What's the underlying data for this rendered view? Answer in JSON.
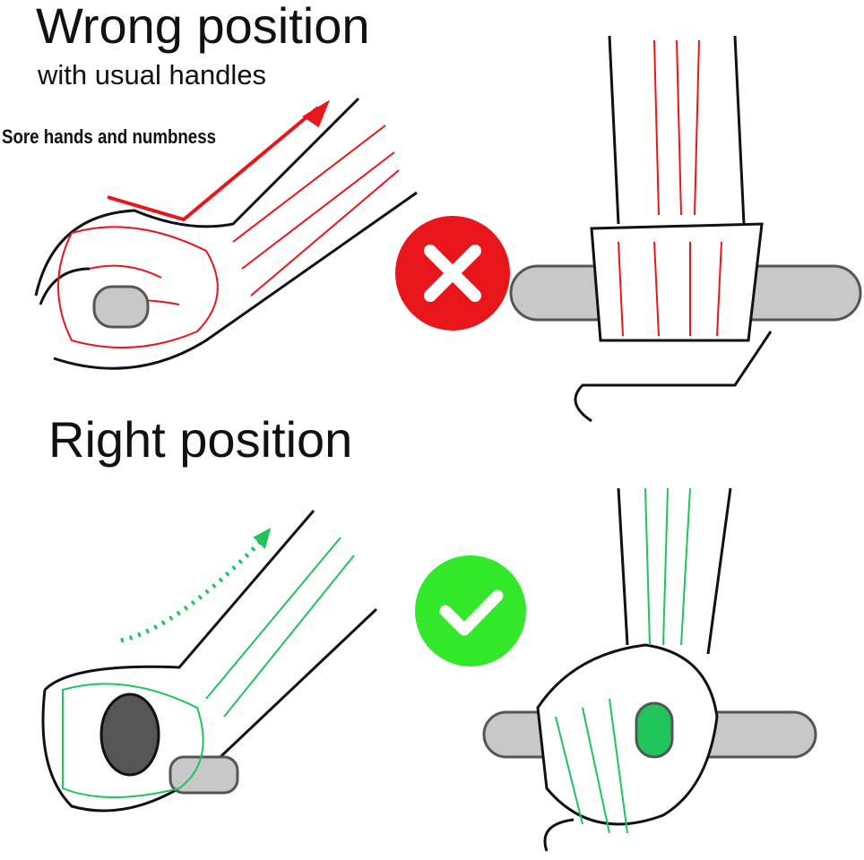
{
  "wrong": {
    "title": "Wrong position",
    "subtitle": "with usual handles",
    "annotation": "Sore hands and numbness",
    "icon": "x-mark-icon",
    "color": "#e8161b"
  },
  "right": {
    "title": "Right position",
    "icon": "check-mark-icon",
    "color": "#33e82a"
  },
  "colors": {
    "bone_wrong": "#e8161b",
    "bone_right": "#1fc45a",
    "handle": "#c8c8c8"
  }
}
